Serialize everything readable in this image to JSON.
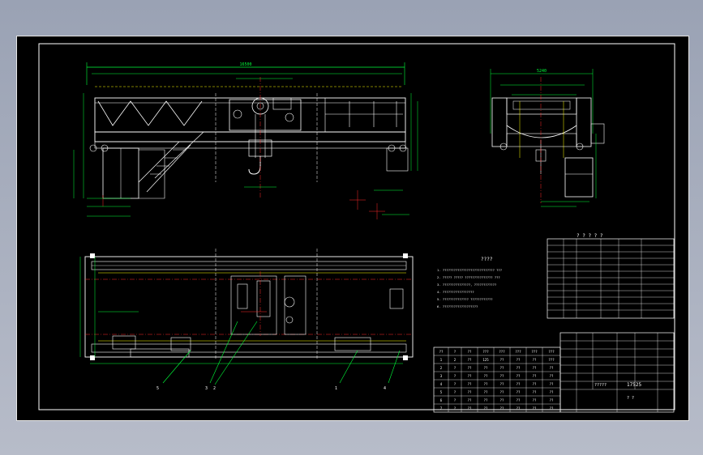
{
  "viewport": {
    "background": "#000000"
  },
  "colors": {
    "frame": "#ffffff",
    "structure": "#ffffff",
    "dimension": "#00ff3a",
    "center_line": "#ff2a2a",
    "hidden_line": "#ffff00",
    "text": "#ffffff"
  },
  "front_view": {
    "overall_dim": "16500"
  },
  "side_view": {
    "overall_dim": "5240"
  },
  "notes": {
    "title": "????",
    "lines": [
      "1. ???????????????????????????? ???",
      "2. ????? ????? ??????????????? ???",
      "3. ???????????????, ????????????",
      "4. ?????????????????",
      "5. ?????????????? ????????????",
      "6. ???????????????????"
    ]
  },
  "tech_table": {
    "title": "? ? ? ? ?"
  },
  "balloons": [
    "5",
    "3",
    "2",
    "1",
    "4"
  ],
  "parts_table": {
    "headers": [
      "??",
      "?",
      "??",
      "???",
      "???",
      "???",
      "???",
      "???"
    ],
    "rows": [
      [
        "1",
        "2",
        "??",
        "125",
        "??",
        "??",
        "??",
        "???"
      ],
      [
        "2",
        "?",
        "??",
        "??",
        "??",
        "??",
        "??",
        "??"
      ],
      [
        "3",
        "?",
        "??",
        "??",
        "??",
        "??",
        "??",
        "??"
      ],
      [
        "4",
        "?",
        "??",
        "??",
        "??",
        "??",
        "??",
        "??"
      ],
      [
        "5",
        "?",
        "??",
        "??",
        "??",
        "??",
        "??",
        "??"
      ],
      [
        "6",
        "?",
        "??",
        "??",
        "??",
        "??",
        "??",
        "??"
      ],
      [
        "7",
        "?",
        "??",
        "??",
        "??",
        "??",
        "??",
        "??"
      ]
    ]
  },
  "title_block": {
    "drawing_title": "?????",
    "code": "17525",
    "scale_label": "?  ?"
  }
}
